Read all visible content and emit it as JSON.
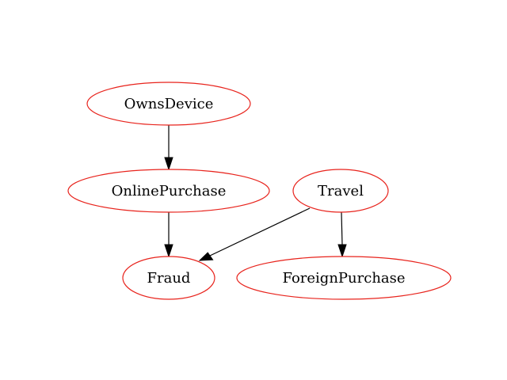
{
  "diagram": {
    "type": "directed-graph",
    "node_stroke_color": "#e8231c",
    "edge_color": "#000000",
    "nodes": [
      {
        "id": "owns-device",
        "label": "OwnsDevice"
      },
      {
        "id": "online-purchase",
        "label": "OnlinePurchase"
      },
      {
        "id": "travel",
        "label": "Travel"
      },
      {
        "id": "fraud",
        "label": "Fraud"
      },
      {
        "id": "foreign-purchase",
        "label": "ForeignPurchase"
      }
    ],
    "edges": [
      {
        "from": "OwnsDevice",
        "to": "OnlinePurchase"
      },
      {
        "from": "OnlinePurchase",
        "to": "Fraud"
      },
      {
        "from": "Travel",
        "to": "Fraud"
      },
      {
        "from": "Travel",
        "to": "ForeignPurchase"
      }
    ]
  }
}
